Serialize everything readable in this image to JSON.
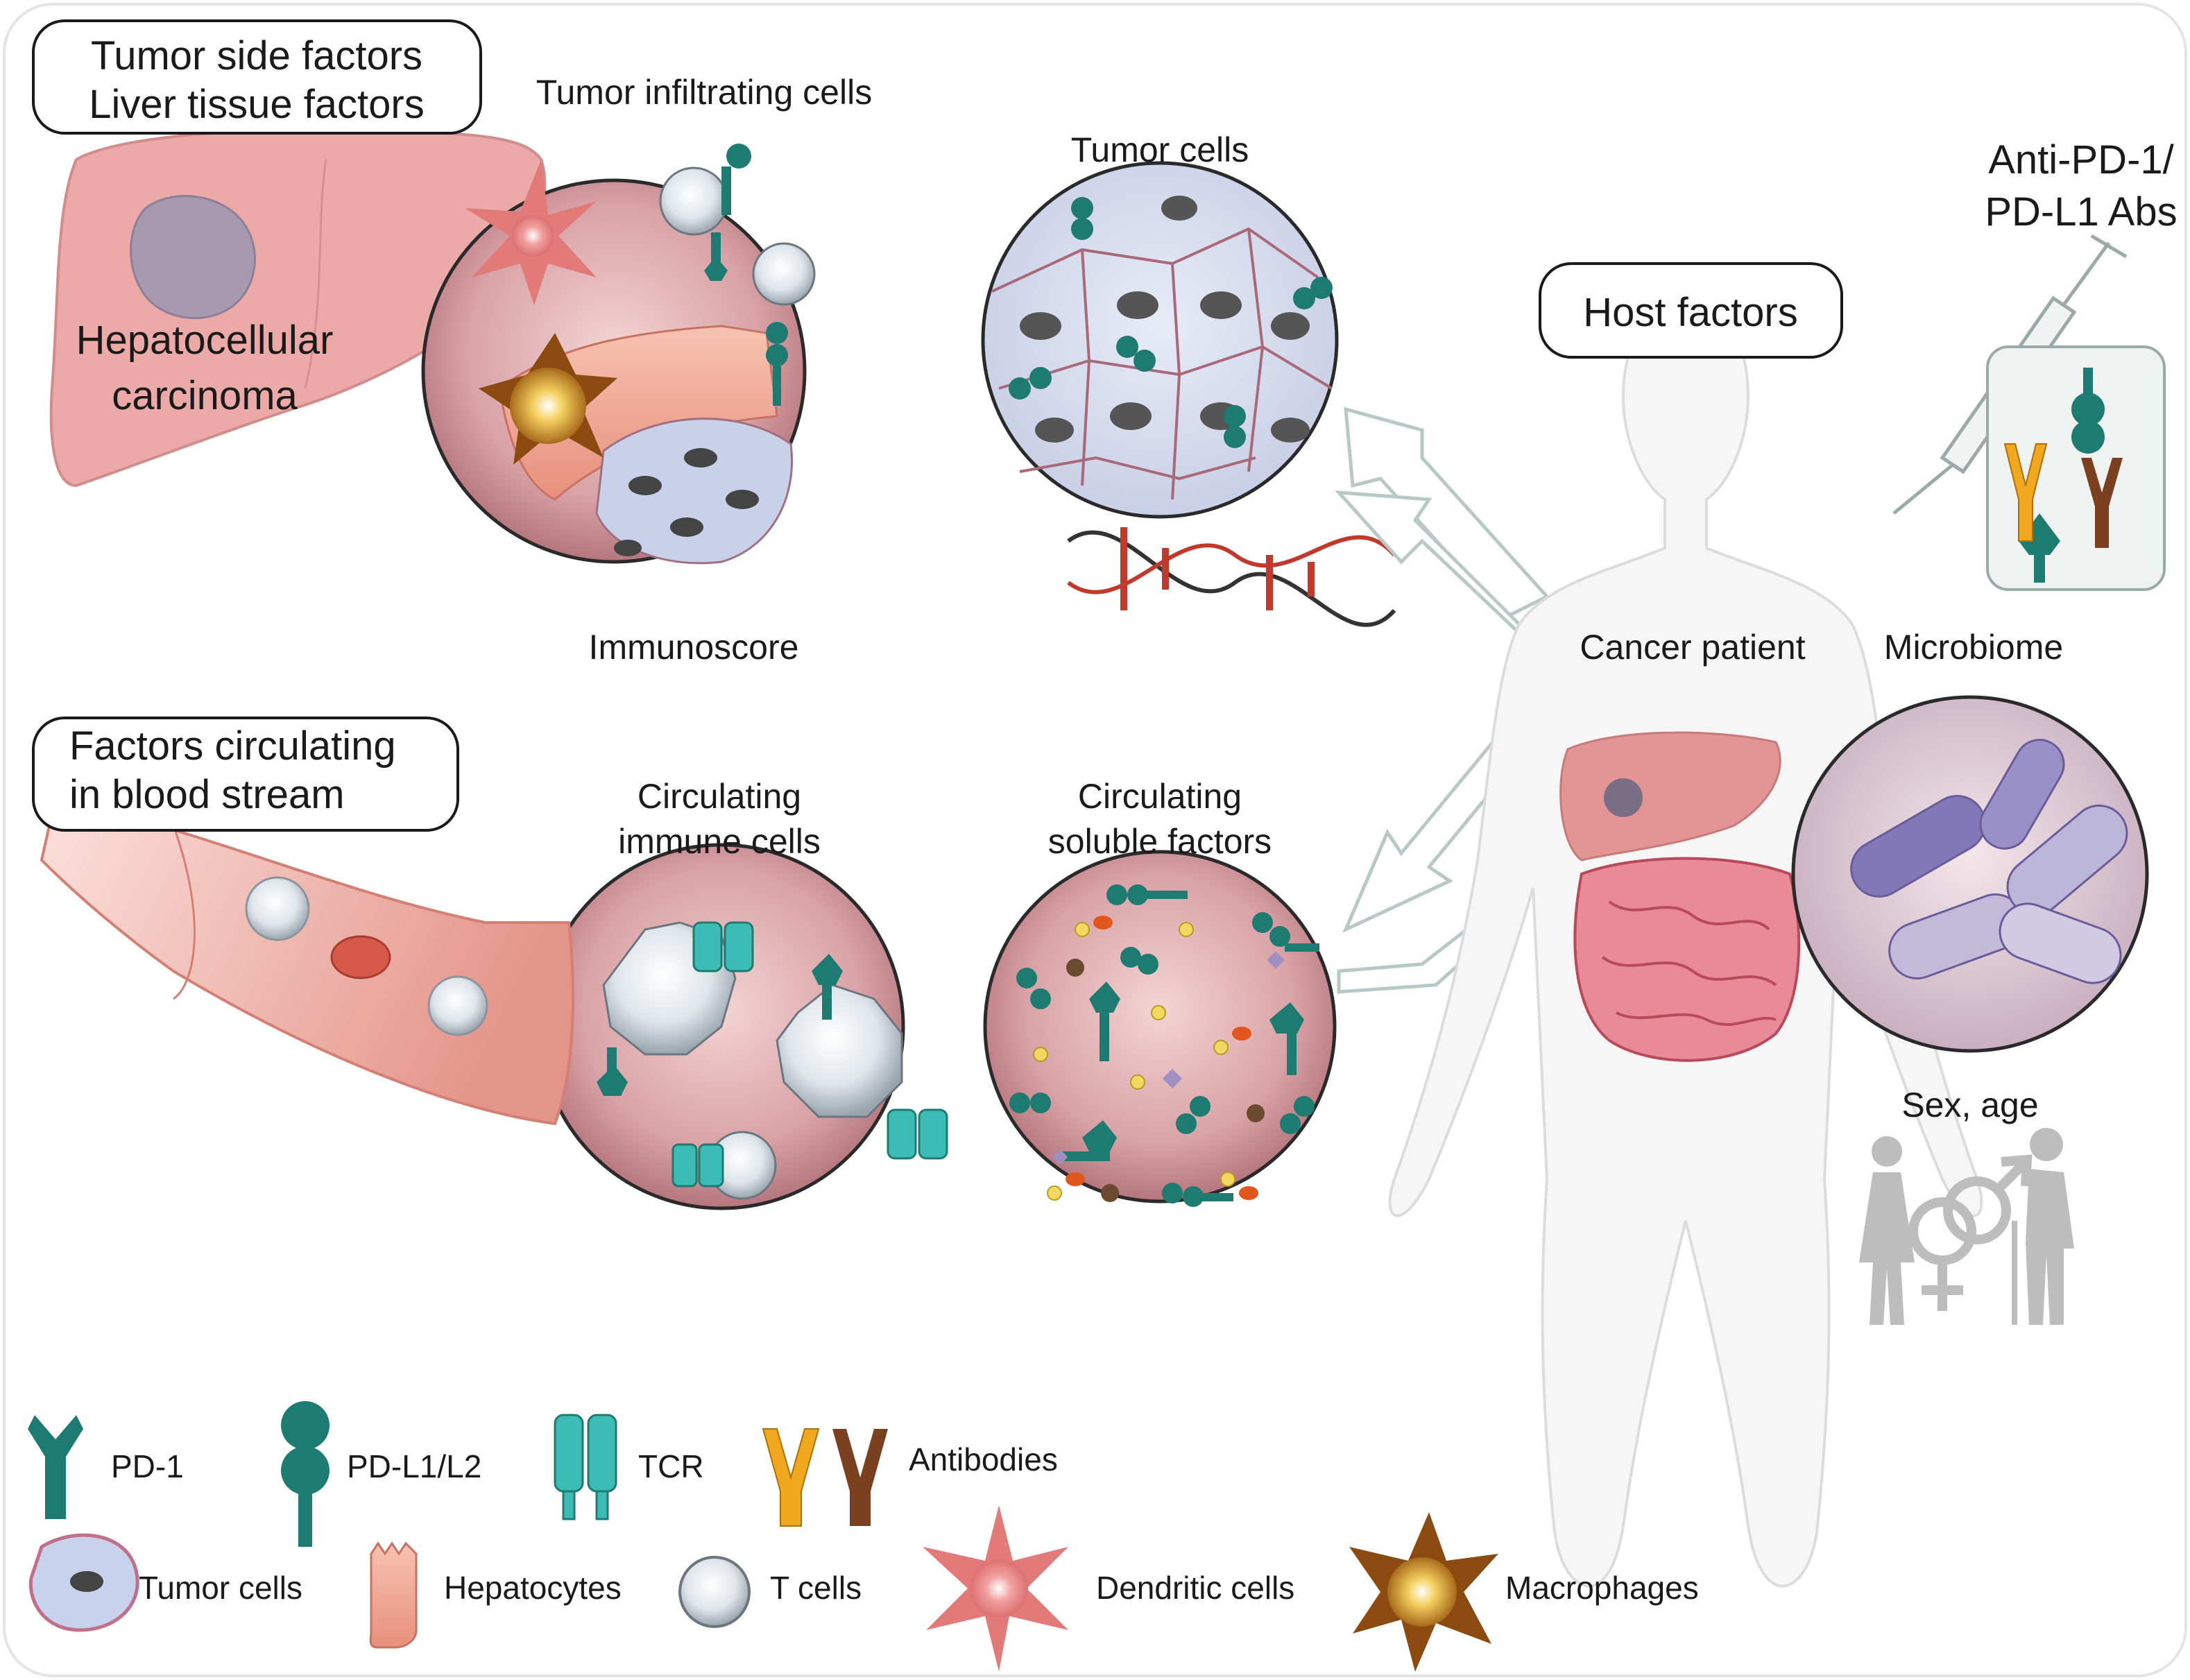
{
  "boxes": {
    "tumor_side": "Tumor side factors",
    "liver_tissue": "Liver tissue factors",
    "host": "Host factors",
    "blood_line1": "Factors circulating",
    "blood_line2": "in blood stream"
  },
  "labels": {
    "tumor_infiltrating": "Tumor infiltrating cells",
    "tumor_cells": "Tumor cells",
    "hcc_line1": "Hepatocellular",
    "hcc_line2": "carcinoma",
    "immunoscore": "Immunoscore",
    "anti_line1": "Anti-PD-1/",
    "anti_line2": "PD-L1 Abs",
    "cancer_patient": "Cancer patient",
    "microbiome": "Microbiome",
    "circ_immune_line1": "Circulating",
    "circ_immune_line2": "immune cells",
    "circ_soluble_line1": "Circulating",
    "circ_soluble_line2": "soluble factors",
    "sex_age": "Sex, age"
  },
  "legend": {
    "pd1": "PD-1",
    "pdl": "PD-L1/L2",
    "tcr": "TCR",
    "antibodies": "Antibodies",
    "tumor_cells": "Tumor cells",
    "hepatocytes": "Hepatocytes",
    "t_cells": "T cells",
    "dendritic": "Dendritic cells",
    "macrophages": "Macrophages"
  },
  "colors": {
    "teal": "#1e7b72",
    "teal_light": "#3cbcb5",
    "liver": "#e6a0a0",
    "circle_fill": "#c9888d",
    "tumor_cell": "#c8d2ec",
    "antibody_orange": "#f0a820",
    "antibody_brown": "#7a4020",
    "macrophage": "#d08a10",
    "dendritic": "#e07070"
  }
}
